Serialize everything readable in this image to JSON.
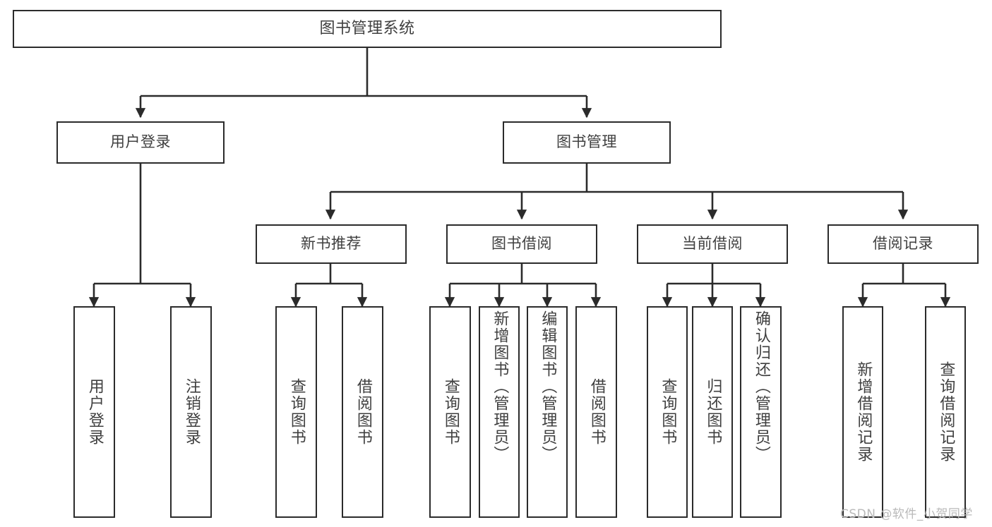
{
  "diagram": {
    "title": "图书管理系统",
    "type": "tree-hierarchy-diagram",
    "stroke_color": "#2b2b2b",
    "text_color": "#3f3f3f",
    "background_color": "#ffffff"
  },
  "nodes": {
    "root": {
      "label": "图书管理系统",
      "level": 0
    },
    "l1": [
      {
        "id": "user_login",
        "label": "用户登录",
        "level": 1
      },
      {
        "id": "book_manage",
        "label": "图书管理",
        "level": 1
      }
    ],
    "l2": [
      {
        "id": "new_book_rec",
        "label": "新书推荐",
        "level": 2,
        "parent": "book_manage"
      },
      {
        "id": "book_borrow",
        "label": "图书借阅",
        "level": 2,
        "parent": "book_manage"
      },
      {
        "id": "current_borrow",
        "label": "当前借阅",
        "level": 2,
        "parent": "book_manage"
      },
      {
        "id": "borrow_record",
        "label": "借阅记录",
        "level": 2,
        "parent": "book_manage"
      }
    ],
    "leaves": [
      {
        "id": "leaf_user_login",
        "label": "用户登录",
        "parent": "user_login"
      },
      {
        "id": "leaf_logout",
        "label": "注销登录",
        "parent": "user_login"
      },
      {
        "id": "leaf_query_book_1",
        "label": "查询图书",
        "parent": "new_book_rec"
      },
      {
        "id": "leaf_borrow_book_1",
        "label": "借阅图书",
        "parent": "new_book_rec"
      },
      {
        "id": "leaf_query_book_2",
        "label": "查询图书",
        "parent": "book_borrow"
      },
      {
        "id": "leaf_add_book",
        "label": "新增图书（管理员）",
        "parent": "book_borrow"
      },
      {
        "id": "leaf_edit_book",
        "label": "编辑图书（管理员）",
        "parent": "book_borrow"
      },
      {
        "id": "leaf_borrow_book_2",
        "label": "借阅图书",
        "parent": "book_borrow"
      },
      {
        "id": "leaf_query_book_3",
        "label": "查询图书",
        "parent": "current_borrow"
      },
      {
        "id": "leaf_return_book",
        "label": "归还图书",
        "parent": "current_borrow"
      },
      {
        "id": "leaf_confirm_return",
        "label": "确认归还（管理员）",
        "parent": "current_borrow"
      },
      {
        "id": "leaf_add_record",
        "label": "新增借阅记录",
        "parent": "borrow_record"
      },
      {
        "id": "leaf_query_record",
        "label": "查询借阅记录",
        "parent": "borrow_record"
      }
    ]
  },
  "watermark": {
    "text": "CSDN @软件_小贺同学"
  }
}
